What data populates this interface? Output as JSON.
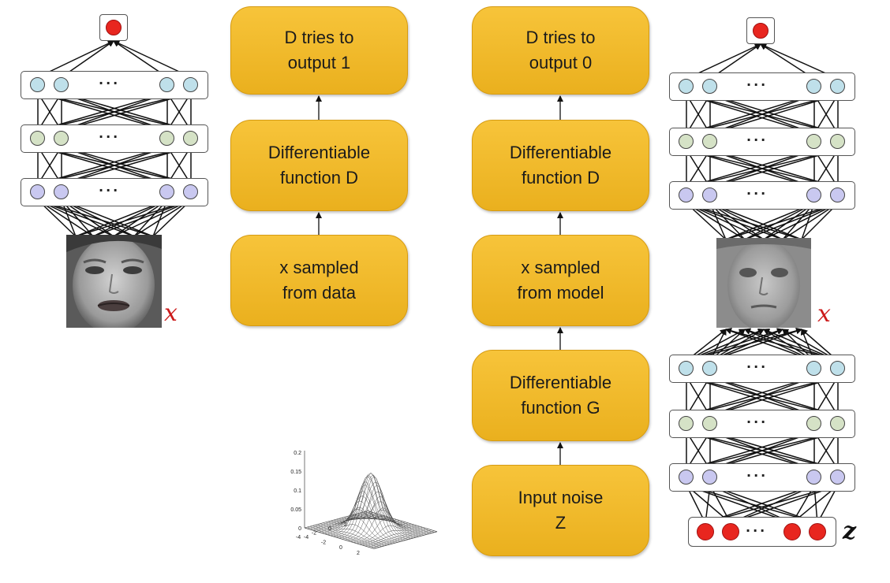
{
  "boxes": {
    "d_out1": "D tries to\noutput 1",
    "d_out0": "D tries to\noutput 0",
    "diff_d_left": "Differentiable\nfunction D",
    "diff_d_right": "Differentiable\nfunction D",
    "x_data": "x sampled\nfrom data",
    "x_model": "x sampled\nfrom model",
    "diff_g": "Differentiable\nfunction G",
    "noise": "Input noise\nZ"
  },
  "vars": {
    "x_left": "x",
    "x_right": "x",
    "z": "z"
  },
  "ellipsis": "···",
  "layer_colors": {
    "top": "#bfe0ea",
    "mid": "#d5e2c6",
    "bottom": "#c9c8f0",
    "output": "#e8261f"
  },
  "gaussian_plot": {
    "z_ticks": [
      "0.2",
      "0.15",
      "0.1",
      "0.05",
      "0"
    ],
    "x_ticks": [
      "2",
      "0",
      "-2",
      "-4"
    ],
    "y_ticks": [
      "-4",
      "-2",
      "0",
      "2"
    ]
  }
}
